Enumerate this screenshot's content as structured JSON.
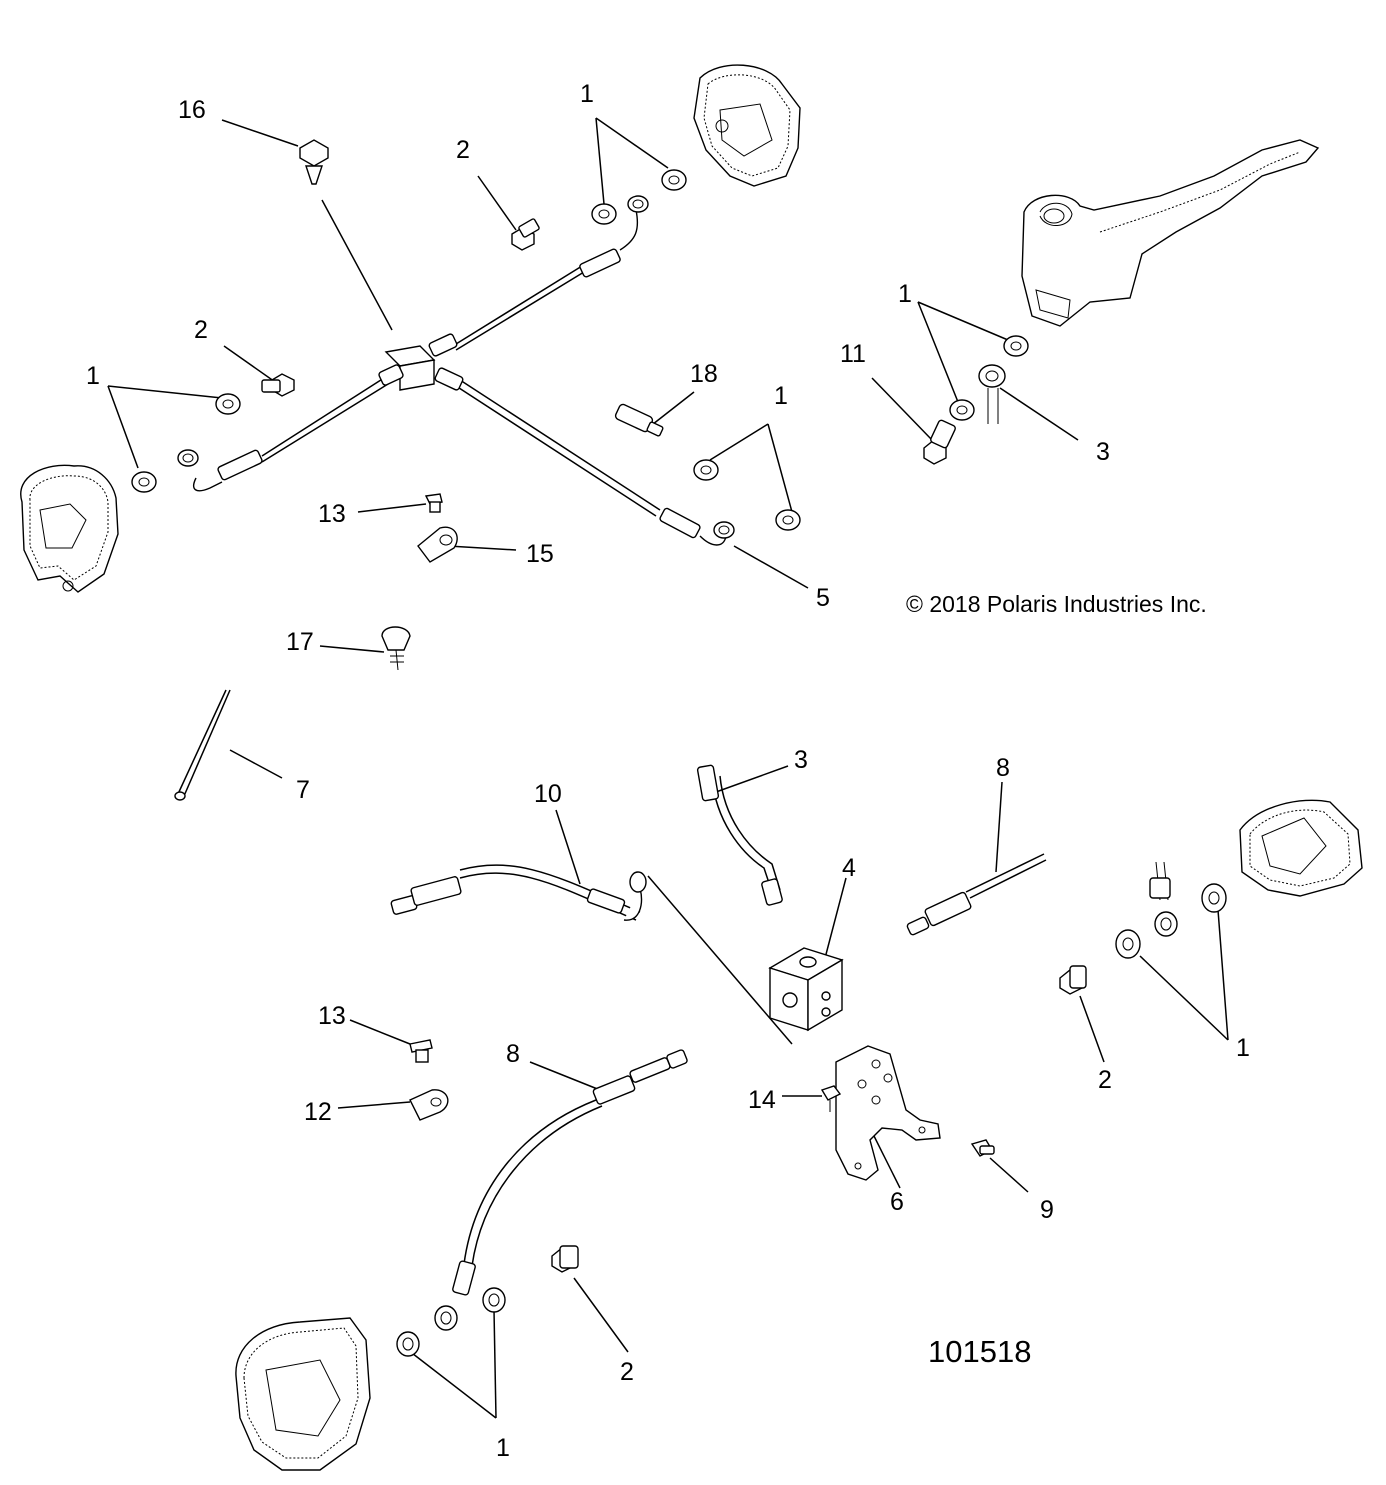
{
  "callouts": [
    {
      "id": "c16",
      "label": "16"
    },
    {
      "id": "c2a",
      "label": "2"
    },
    {
      "id": "c1a",
      "label": "1"
    },
    {
      "id": "c2b",
      "label": "2"
    },
    {
      "id": "c1b",
      "label": "1"
    },
    {
      "id": "c18",
      "label": "18"
    },
    {
      "id": "c1c",
      "label": "1"
    },
    {
      "id": "c1d",
      "label": "1"
    },
    {
      "id": "c11",
      "label": "11"
    },
    {
      "id": "c3a",
      "label": "3"
    },
    {
      "id": "c13a",
      "label": "13"
    },
    {
      "id": "c15",
      "label": "15"
    },
    {
      "id": "c5",
      "label": "5"
    },
    {
      "id": "c17",
      "label": "17"
    },
    {
      "id": "c7",
      "label": "7"
    },
    {
      "id": "c3b",
      "label": "3"
    },
    {
      "id": "c8a",
      "label": "8"
    },
    {
      "id": "c10",
      "label": "10"
    },
    {
      "id": "c4",
      "label": "4"
    },
    {
      "id": "c13b",
      "label": "13"
    },
    {
      "id": "c8b",
      "label": "8"
    },
    {
      "id": "c12",
      "label": "12"
    },
    {
      "id": "c14",
      "label": "14"
    },
    {
      "id": "c2c",
      "label": "2"
    },
    {
      "id": "c1e",
      "label": "1"
    },
    {
      "id": "c6",
      "label": "6"
    },
    {
      "id": "c9",
      "label": "9"
    },
    {
      "id": "c2d",
      "label": "2"
    },
    {
      "id": "c1f",
      "label": "1"
    }
  ],
  "copyright": "© 2018 Polaris Industries Inc.",
  "figure_number": "101518"
}
